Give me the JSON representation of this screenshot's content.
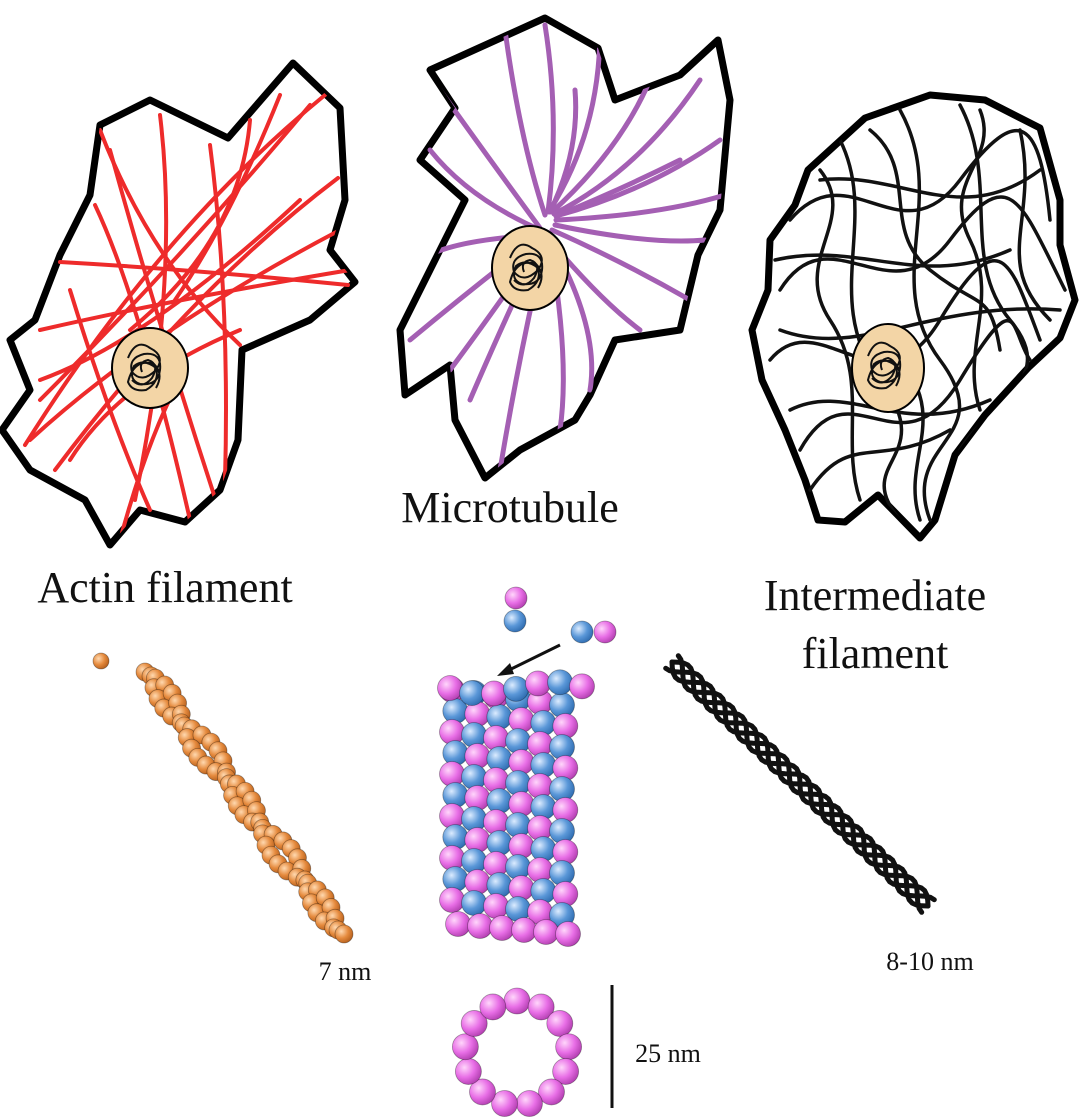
{
  "labels": {
    "actin": "Actin filament",
    "microtubule": "Microtubule",
    "intermediate_line1": "Intermediate",
    "intermediate_line2": "filament",
    "actin_size": "7 nm",
    "intermediate_size": "8-10 nm",
    "microtubule_size": "25 nm"
  },
  "colors": {
    "actin_filaments": "#ee2b2b",
    "microtubules": "#a45fb3",
    "intermediate_filaments": "#111111",
    "nucleus_fill": "#f3d5a6",
    "actin_monomer": "#e58a3d",
    "tubulin_alpha": "#5a97d8",
    "tubulin_beta": "#e86ee6"
  }
}
